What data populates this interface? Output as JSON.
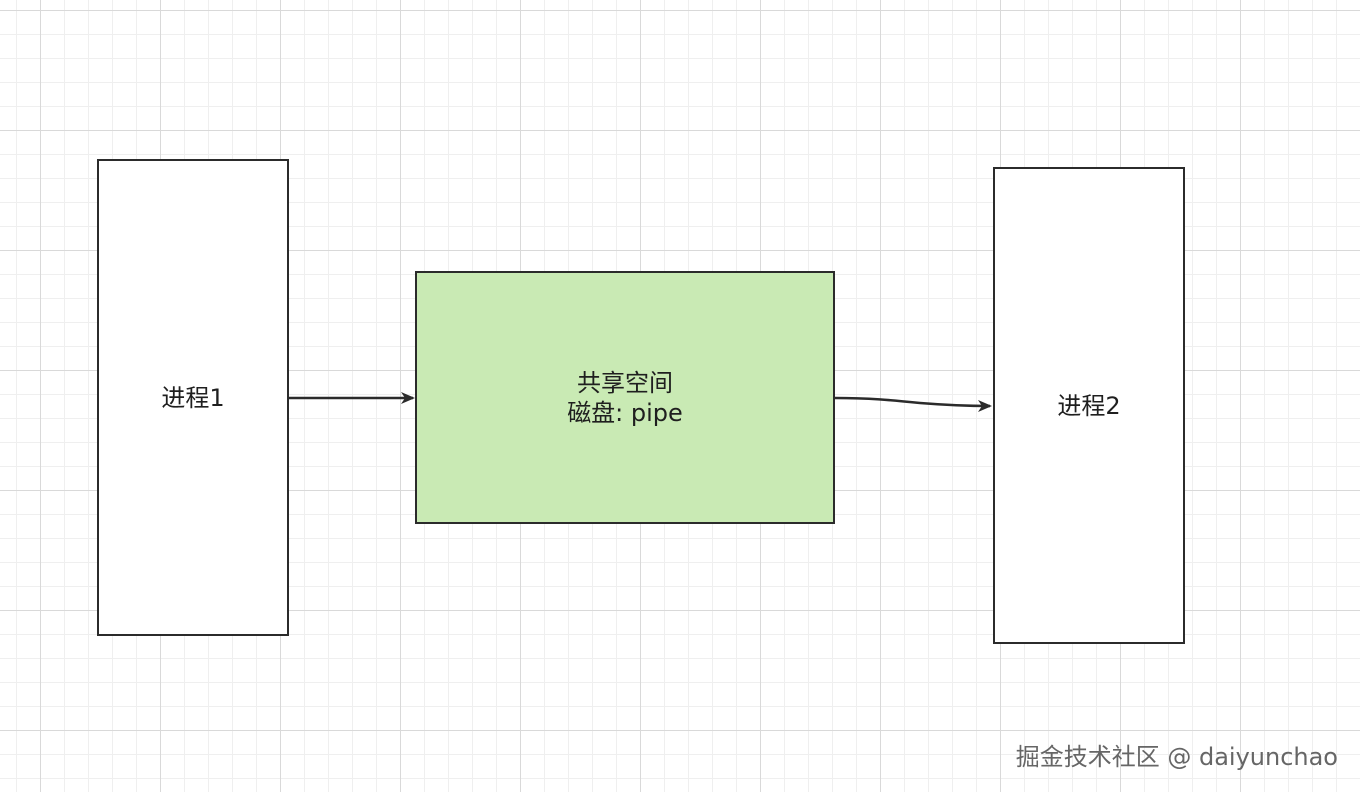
{
  "diagram": {
    "nodes": {
      "process_1": {
        "label": "进程1"
      },
      "shared_space": {
        "line1": "共享空间",
        "line2": "磁盘: pipe",
        "fill_color": "#c9eab4"
      },
      "process_2": {
        "label": "进程2"
      }
    },
    "edges": [
      {
        "from": "process_1",
        "to": "shared_space",
        "style": "arrow"
      },
      {
        "from": "shared_space",
        "to": "process_2",
        "style": "arrow"
      }
    ]
  },
  "watermark": {
    "text": "掘金技术社区 @ daiyunchao"
  }
}
